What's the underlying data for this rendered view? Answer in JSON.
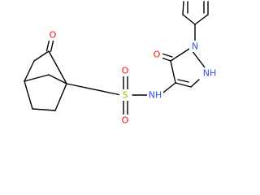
{
  "molecule": {
    "colors": {
      "bond": "#000000",
      "O": "#ff0d0d",
      "S": "#b2b200",
      "N": "#3050f8",
      "background": "#ffffff"
    },
    "atoms": {
      "O_ketone": "O",
      "O_upper": "O",
      "O_lower": "O",
      "S": "S",
      "NH_amide": "NH",
      "O_pyrazolone": "O",
      "N_ring": "N",
      "NH_ring": "NH"
    }
  }
}
